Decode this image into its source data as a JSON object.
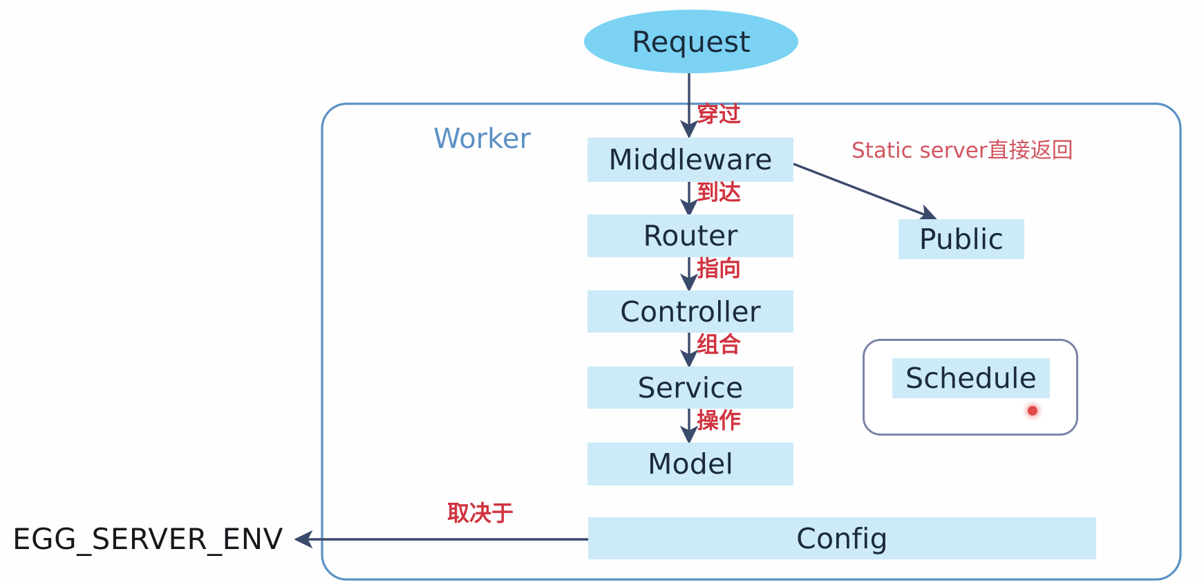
{
  "diagram": {
    "title_node": {
      "label": "Request",
      "shape": "ellipse",
      "fill": "#7bd2f2"
    },
    "worker": {
      "label": "Worker",
      "border_color": "#5b91c4",
      "label_color": "#5b91c4"
    },
    "nodes": [
      {
        "id": "middleware",
        "label": "Middleware",
        "fill": "#cdeaf8"
      },
      {
        "id": "router",
        "label": "Router",
        "fill": "#cdeaf8"
      },
      {
        "id": "controller",
        "label": "Controller",
        "fill": "#cdeaf8"
      },
      {
        "id": "service",
        "label": "Service",
        "fill": "#cdeaf8"
      },
      {
        "id": "model",
        "label": "Model",
        "fill": "#cdeaf8"
      },
      {
        "id": "config",
        "label": "Config",
        "fill": "#cdeaf8"
      },
      {
        "id": "public",
        "label": "Public",
        "fill": "#cdeaf8"
      },
      {
        "id": "schedule",
        "label": "Schedule",
        "fill": "#cdeaf8"
      }
    ],
    "edge_labels": {
      "request_to_middleware": "穿过",
      "middleware_to_router": "到达",
      "router_to_controller": "指向",
      "controller_to_service": "组合",
      "service_to_model": "操作",
      "middleware_to_public": "Static server直接返回",
      "config_to_env": "取决于"
    },
    "external": {
      "env_variable": "EGG_SERVER_ENV"
    },
    "colors": {
      "annotation_red": "#d0333f",
      "node_text": "#1b2a3d",
      "arrow": "#3a4a6b",
      "chip_fill": "#cdeaf8",
      "ellipse_fill": "#7bd2f2",
      "worker_border": "#5b91c4",
      "schedule_border": "#7b84a8",
      "status_dot": "#e24a4a"
    }
  }
}
